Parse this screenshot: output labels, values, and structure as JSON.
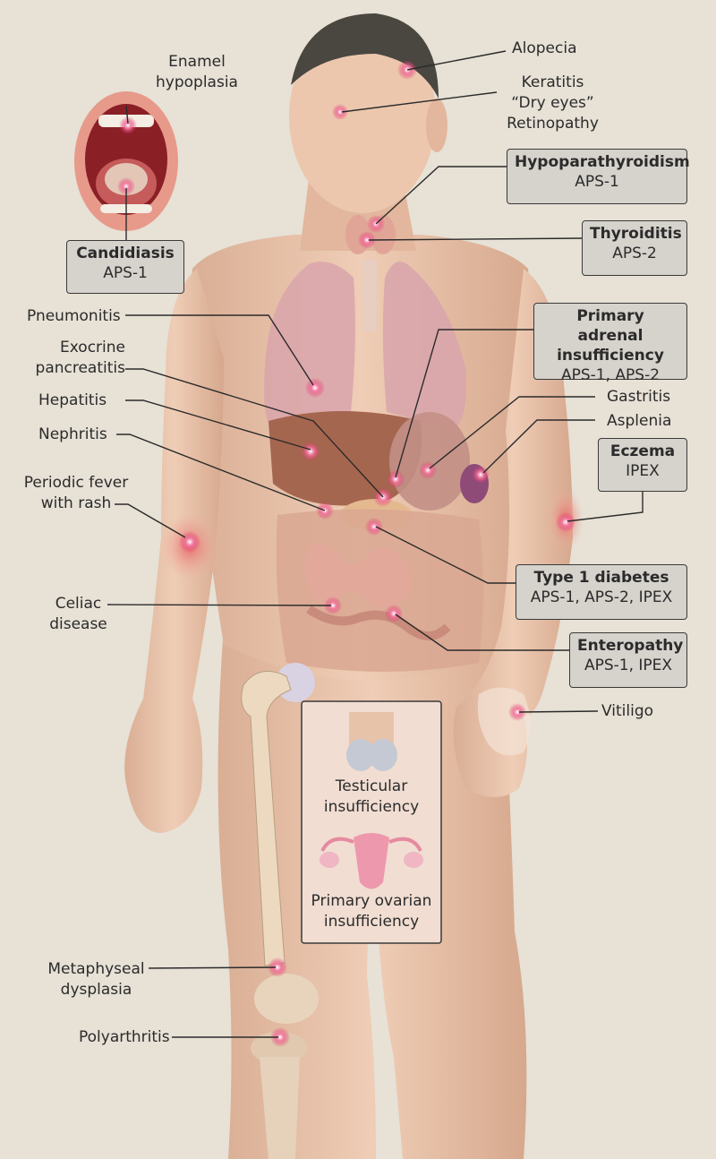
{
  "labels": {
    "alopecia": "Alopecia",
    "keratitis": "Keratitis",
    "dry_eyes": "“Dry eyes”",
    "retinopathy": "Retinopathy",
    "enamel_1": "Enamel",
    "enamel_2": "hypoplasia",
    "pneumonitis": "Pneumonitis",
    "exocrine_1": "Exocrine",
    "exocrine_2": "pancreatitis",
    "hepatitis": "Hepatitis",
    "nephritis": "Nephritis",
    "periodic_1": "Periodic fever",
    "periodic_2": "with rash",
    "gastritis": "Gastritis",
    "asplenia": "Asplenia",
    "celiac_1": "Celiac",
    "celiac_2": "disease",
    "vitiligo": "Vitiligo",
    "testicular_1": "Testicular",
    "testicular_2": "insufficiency",
    "ovarian_1": "Primary ovarian",
    "ovarian_2": "insufficiency",
    "metaphyseal_1": "Metaphyseal",
    "metaphyseal_2": "dysplasia",
    "polyarthritis": "Polyarthritis"
  },
  "boxes": {
    "candidiasis": {
      "title": "Candidiasis",
      "sub": "APS-1"
    },
    "hypoparathyroidism": {
      "title": "Hypoparathyroidism",
      "sub": "APS-1"
    },
    "thyroiditis": {
      "title": "Thyroiditis",
      "sub": "APS-2"
    },
    "adrenal": {
      "title_1": "Primary adrenal",
      "title_2": "insufficiency",
      "sub": "APS-1, APS-2"
    },
    "eczema": {
      "title": "Eczema",
      "sub": "IPEX"
    },
    "diabetes": {
      "title": "Type 1 diabetes",
      "sub": "APS-1, APS-2, IPEX"
    },
    "enteropathy": {
      "title": "Enteropathy",
      "sub": "APS-1, IPEX"
    }
  },
  "colors": {
    "background": "#e7e1d6",
    "skin": "#e9c3ab",
    "lesion_highlight": "#e0306a",
    "box_fill": "#d6d2cc",
    "leader_line": "#2b2b2b"
  }
}
